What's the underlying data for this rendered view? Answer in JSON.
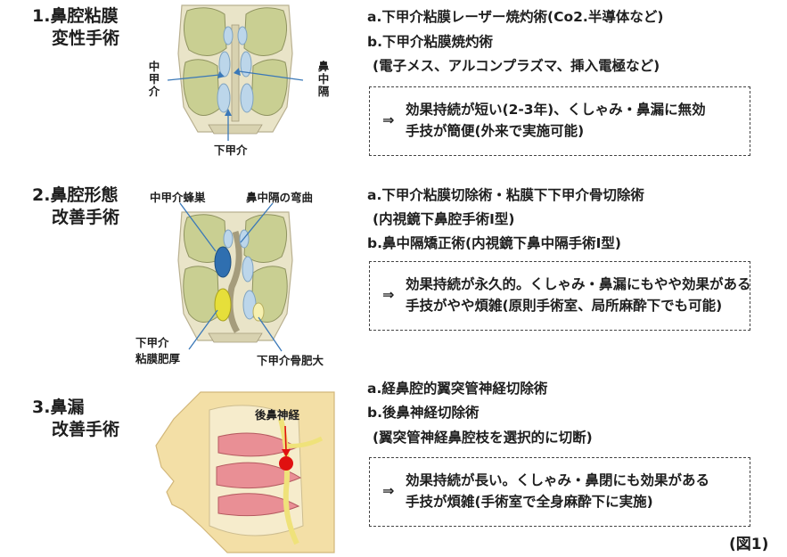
{
  "sections": [
    {
      "title_line1": "1.鼻腔粘膜",
      "title_line2": "変性手術",
      "labels": {
        "left_vertical": "中甲介",
        "right_vertical": "鼻中隔",
        "bottom": "下甲介"
      },
      "lines": [
        "a.下甲介粘膜レーザー焼灼術(Co2.半導体など)",
        "b.下甲介粘膜焼灼術",
        "(電子メス、アルコンプラズマ、挿入電極など)"
      ],
      "box": [
        "効果持続が短い(2-3年)、くしゃみ・鼻漏に無効",
        "手技が簡便(外来で実施可能)"
      ]
    },
    {
      "title_line1": "2.鼻腔形態",
      "title_line2": "改善手術",
      "labels": {
        "top_left": "中甲介蜂巣",
        "top_right": "鼻中隔の弯曲",
        "bottom_left_1": "下甲介",
        "bottom_left_2": "粘膜肥厚",
        "bottom_right": "下甲介骨肥大"
      },
      "lines": [
        "a.下甲介粘膜切除術・粘膜下下甲介骨切除術",
        "(内視鏡下鼻腔手術I型)",
        "b.鼻中隔矯正術(内視鏡下鼻中隔手術I型)"
      ],
      "box": [
        "効果持続が永久的。くしゃみ・鼻漏にもやや効果がある",
        "手技がやや煩雑(原則手術室、局所麻酔下でも可能)"
      ]
    },
    {
      "title_line1": "3.鼻漏",
      "title_line2": "改善手術",
      "labels": {
        "nerve": "後鼻神経"
      },
      "lines": [
        "a.経鼻腔的翼突管神経切除術",
        "b.後鼻神経切除術",
        "(翼突管神経鼻腔枝を選択的に切断)"
      ],
      "box": [
        "効果持続が長い。くしゃみ・鼻閉にも効果がある",
        "手技が煩雑(手術室で全身麻酔下に実施)"
      ]
    }
  ],
  "arrow_symbol": "⇒",
  "figure_label": "(図1)",
  "colors": {
    "bone": "#e9e4c8",
    "sinus": "#c9cf92",
    "mucosa": "#bcd6ea",
    "blue_pointer": "#3a78b8",
    "highlight_blue": "#2f6fb0",
    "highlight_yellow": "#e6df3a",
    "face": "#f3dfa6",
    "mucosa_pink": "#e98f95",
    "nerve": "#efe27a",
    "red_dot": "#e01010"
  }
}
